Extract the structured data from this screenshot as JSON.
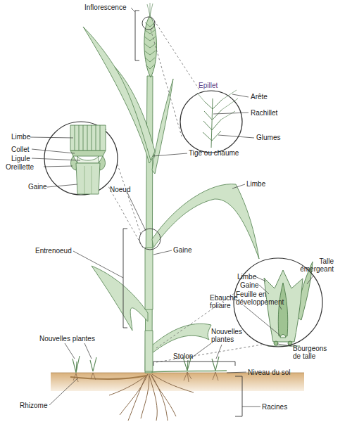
{
  "diagram": {
    "nodes": [
      {
        "text": [
          "Epillet"
        ]
      },
      {
        "text": [
          "Limbe",
          "Gaine",
          "Feuille en développement"
        ]
      }
    ],
    "labels": [
      "Inflorescence",
      "Arête",
      "Rachillet",
      "Glumes",
      "Limbe",
      "Collet",
      "Ligule",
      "Oreillette",
      "Tige ou chaume",
      "Gaine",
      "Limbe",
      "Noeud",
      "Talle émergeant",
      "Entrenoeud",
      "Gaine",
      "Ebauche foliaire",
      "Bourgeons de talle",
      "Nouvelles plantes",
      "Nouvelles plantes",
      "Stolon",
      "Niveau du sol",
      "Rhizome",
      "Racines"
    ]
  }
}
